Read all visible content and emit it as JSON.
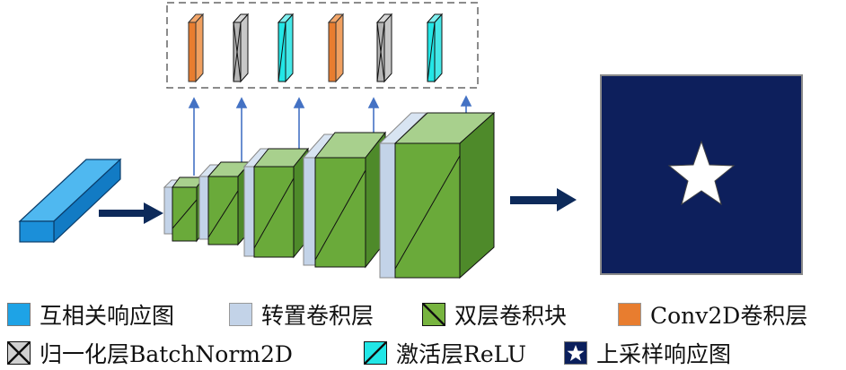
{
  "legend": [
    {
      "label": "互相关响应图",
      "color": "#1ea3e6"
    },
    {
      "label": "转置卷积层",
      "color": "#c3d3e8"
    },
    {
      "label": "双层卷积块",
      "color": "#77b43f"
    },
    {
      "label": "Conv2D卷积层",
      "color": "#e87d2f"
    },
    {
      "label": "归一化层BatchNorm2D",
      "color": "#b5b5b5"
    },
    {
      "label": "激活层ReLU",
      "color": "#22e6e6"
    },
    {
      "label": "上采样响应图",
      "color": "#0b1f5c"
    }
  ],
  "colors": {
    "response_map": "#1b8fd9",
    "transpose_conv": "#c3d3e8",
    "double_conv": "#6aaa3a",
    "conv2d": "#e87d2f",
    "batchnorm": "#b5b5b5",
    "relu": "#22e6e6",
    "upsample": "#0d1f5c",
    "arrow": "#0d2a5a",
    "connector": "#4472c4"
  }
}
